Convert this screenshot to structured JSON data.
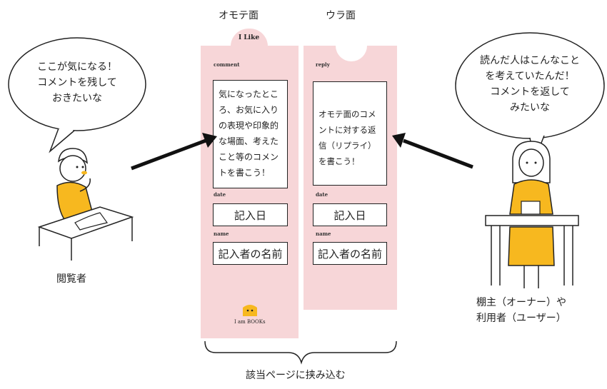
{
  "front": {
    "heading": "オモテ面",
    "tab_label": "I Like",
    "comment_label": "comment",
    "comment_text": "気になったところ、お気に入りの表現や印象的な場面、考えたこと等のコメントを書こう！",
    "date_label": "date",
    "date_box": "記入日",
    "name_label": "name",
    "name_box": "記入者の名前",
    "logo_text": "I am BOOKs"
  },
  "back": {
    "heading": "ウラ面",
    "reply_label": "reply",
    "reply_text": "オモテ面のコメントに対する返信（リプライ）を書こう！",
    "date_label": "date",
    "date_box": "記入日",
    "name_label": "name",
    "name_box": "記入者の名前"
  },
  "left_bubble": {
    "lines": [
      "ここが気になる！",
      "コメントを残して",
      "おきたいな"
    ]
  },
  "right_bubble": {
    "lines": [
      "読んだ人はこんなこと",
      "を考えていたんだ！",
      "コメントを返して",
      "みたいな"
    ]
  },
  "viewer_caption": "閲覧者",
  "owner_caption": [
    "棚主（オーナー）や",
    "利用者（ユーザー）"
  ],
  "bottom_caption": "該当ページに挟み込む",
  "colors": {
    "card": "#f7d6d8",
    "shirt": "#f7b81f",
    "outline": "#222222"
  }
}
